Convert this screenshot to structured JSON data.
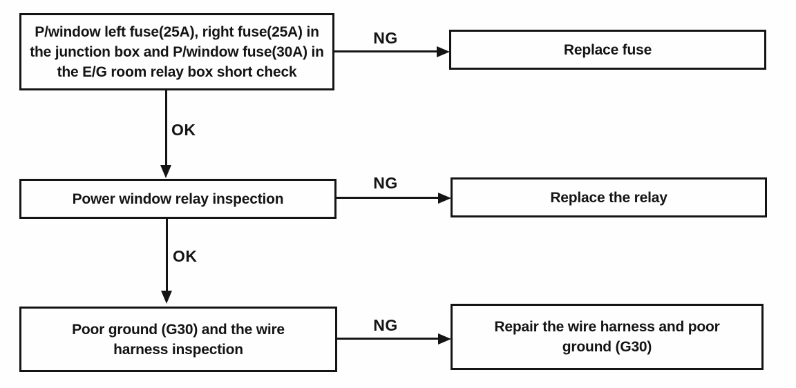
{
  "diagram": {
    "type": "troubleshooting-flowchart",
    "labels": {
      "ng": "NG",
      "ok": "OK"
    },
    "colors": {
      "ink": "#141414",
      "background": "#fefefe"
    },
    "steps": [
      {
        "lines": [
          "P/window left fuse(25A), right fuse(25A) in",
          "the junction box and P/window fuse(30A) in",
          "the E/G room relay box short check"
        ]
      },
      {
        "lines": [
          "Power window relay inspection"
        ]
      },
      {
        "lines": [
          "Poor ground (G30) and the wire",
          "harness inspection"
        ]
      }
    ],
    "actions": [
      {
        "lines": [
          "Replace fuse"
        ]
      },
      {
        "lines": [
          "Replace the relay"
        ]
      },
      {
        "lines": [
          "Repair the wire harness and poor",
          "ground (G30)"
        ]
      }
    ]
  }
}
